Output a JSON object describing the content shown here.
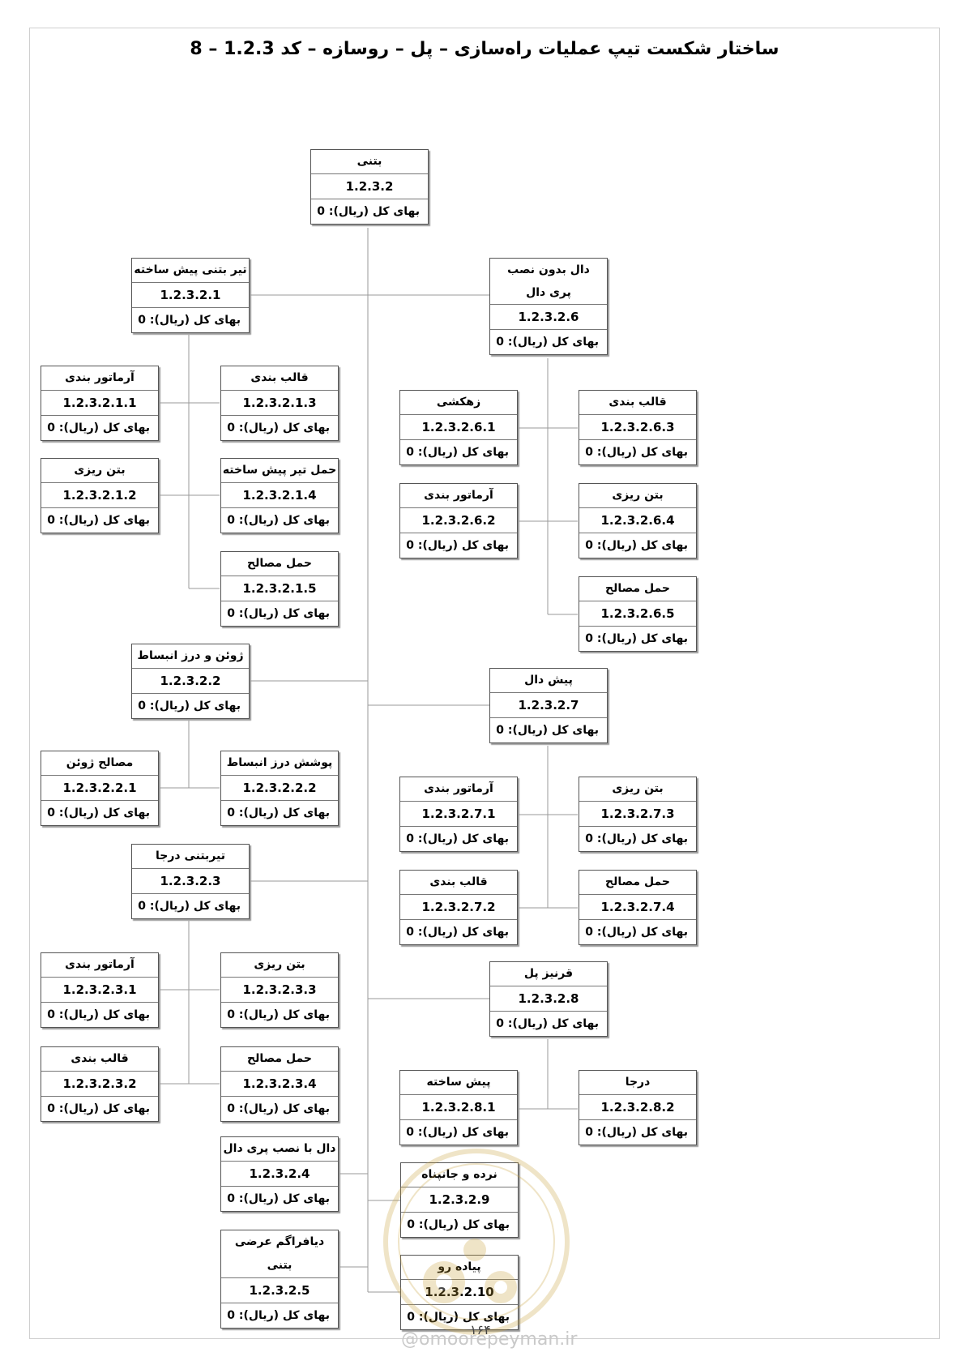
{
  "title": "ساختار شکست تیپ عملیات راه‌سازی – پل – روسازه – کد  1.2.3  – 8",
  "price_label": "بهای کل (ریال): 0",
  "watermark": "@omoorepeyman.ir",
  "page_number": "۱۶۴",
  "nodes": {
    "root": {
      "name": "بتنی",
      "code": "1.2.3.2"
    },
    "n1": {
      "name": "تیر بتنی پیش ساخته",
      "code": "1.2.3.2.1"
    },
    "n1_1": {
      "name": "آرماتور بندی",
      "code": "1.2.3.2.1.1"
    },
    "n1_2": {
      "name": "بتن ریزی",
      "code": "1.2.3.2.1.2"
    },
    "n1_3": {
      "name": "قالب بندی",
      "code": "1.2.3.2.1.3"
    },
    "n1_4": {
      "name": "حمل تیر پیش ساخته",
      "code": "1.2.3.2.1.4"
    },
    "n1_5": {
      "name": "حمل مصالح",
      "code": "1.2.3.2.1.5"
    },
    "n2": {
      "name": "ژوئن و درز انبساط",
      "code": "1.2.3.2.2"
    },
    "n2_1": {
      "name": "مصالح ژوئن",
      "code": "1.2.3.2.2.1"
    },
    "n2_2": {
      "name": "پوشش درز انبساط",
      "code": "1.2.3.2.2.2"
    },
    "n3": {
      "name": "تیربتنی درجا",
      "code": "1.2.3.2.3"
    },
    "n3_1": {
      "name": "آرماتور بندی",
      "code": "1.2.3.2.3.1"
    },
    "n3_2": {
      "name": "قالب بندی",
      "code": "1.2.3.2.3.2"
    },
    "n3_3": {
      "name": "بتن ریزی",
      "code": "1.2.3.2.3.3"
    },
    "n3_4": {
      "name": "حمل مصالح",
      "code": "1.2.3.2.3.4"
    },
    "n4": {
      "name": "دال با نصب پری دال",
      "code": "1.2.3.2.4"
    },
    "n5": {
      "name": "دیافراگم عرضی بتنی",
      "code": "1.2.3.2.5"
    },
    "n6": {
      "name": "دال بدون نصب پری دال",
      "code": "1.2.3.2.6"
    },
    "n6_1": {
      "name": "زهکشی",
      "code": "1.2.3.2.6.1"
    },
    "n6_2": {
      "name": "آرماتور بندی",
      "code": "1.2.3.2.6.2"
    },
    "n6_3": {
      "name": "قالب بندی",
      "code": "1.2.3.2.6.3"
    },
    "n6_4": {
      "name": "بتن ریزی",
      "code": "1.2.3.2.6.4"
    },
    "n6_5": {
      "name": "حمل مصالح",
      "code": "1.2.3.2.6.5"
    },
    "n7": {
      "name": "پیش دال",
      "code": "1.2.3.2.7"
    },
    "n7_1": {
      "name": "آرماتور بندی",
      "code": "1.2.3.2.7.1"
    },
    "n7_2": {
      "name": "قالب بندی",
      "code": "1.2.3.2.7.2"
    },
    "n7_3": {
      "name": "بتن ریزی",
      "code": "1.2.3.2.7.3"
    },
    "n7_4": {
      "name": "حمل مصالح",
      "code": "1.2.3.2.7.4"
    },
    "n8": {
      "name": "قرنیز پل",
      "code": "1.2.3.2.8"
    },
    "n8_1": {
      "name": "پیش ساخته",
      "code": "1.2.3.2.8.1"
    },
    "n8_2": {
      "name": "درجا",
      "code": "1.2.3.2.8.2"
    },
    "n9": {
      "name": "نرده و جانپناه",
      "code": "1.2.3.2.9"
    },
    "n10": {
      "name": "پیاده رو",
      "code": "1.2.3.2.10"
    }
  }
}
